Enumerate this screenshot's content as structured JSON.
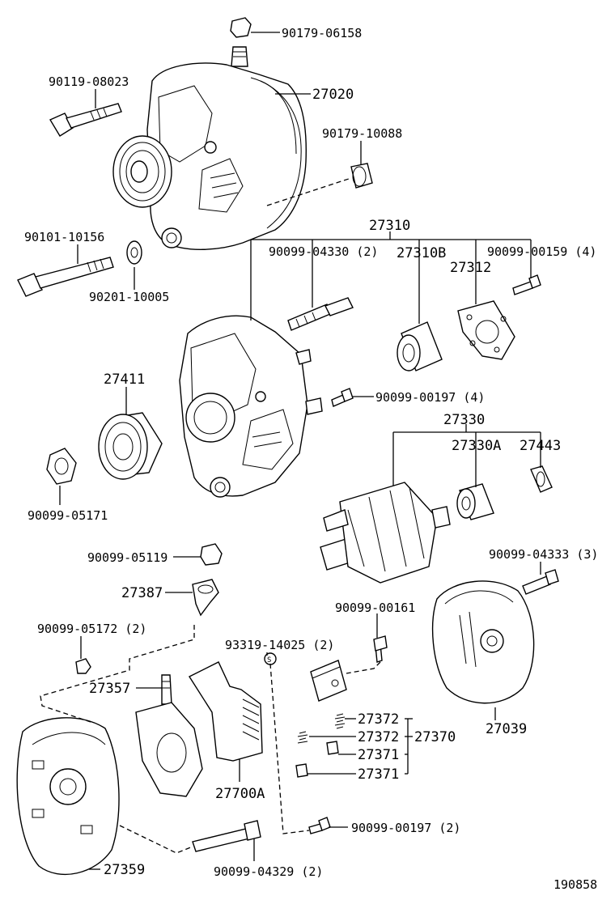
{
  "diagram_code": "190858",
  "parts": {
    "p1": "90179-06158",
    "p2": "90119-08023",
    "p3": "27020",
    "p4": "90179-10088",
    "p5": "27310",
    "p6": "90101-10156",
    "p7": "90099-04330 (2)",
    "p8": "27310B",
    "p9": "27312",
    "p10": "90099-00159 (4)",
    "p11": "90201-10005",
    "p12": "27411",
    "p13": "90099-00197 (4)",
    "p14": "27330",
    "p15": "27330A",
    "p16": "27443",
    "p17": "90099-05171",
    "p18": "90099-05119",
    "p19": "90099-04333 (3)",
    "p20": "27387",
    "p21": "90099-00161",
    "p22": "90099-05172 (2)",
    "p23": "93319-14025 (2)",
    "p24": "27357",
    "p25": "27372",
    "p26": "27372",
    "p27": "27370",
    "p28": "27039",
    "p29": "27371",
    "p30": "27371",
    "p31": "27700A",
    "p32": "90099-00197 (2)",
    "p33": "27359",
    "p34": "90099-04329 (2)"
  }
}
